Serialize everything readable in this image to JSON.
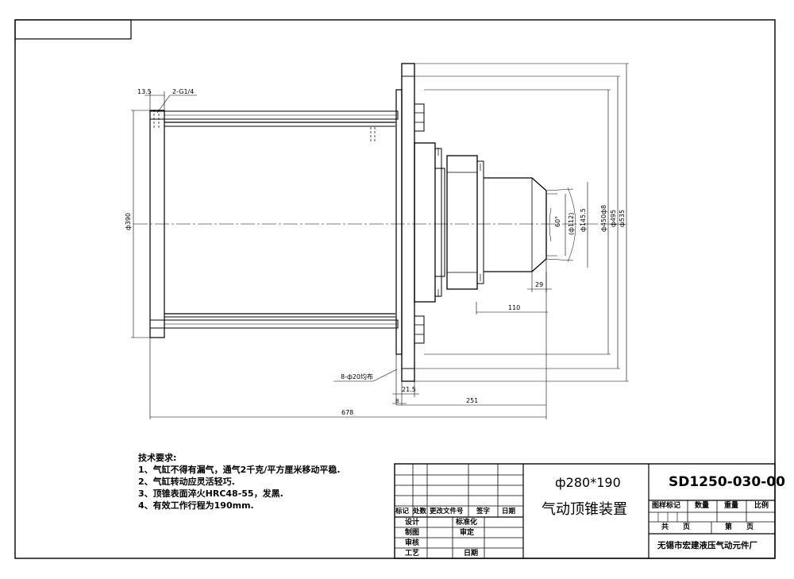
{
  "drawing": {
    "dimensions": {
      "d13_5": "13.5",
      "port": "2-G1/4",
      "bore": "ф390",
      "d508": "ф450ф8",
      "d495": "ф495",
      "d535": "ф535",
      "d145": "ф145.5",
      "d112": "(ф112)",
      "angle": "60°",
      "d29": "29",
      "d110": "110",
      "holes": "8-ф20均布",
      "d21_5": "21.5",
      "d8": "8",
      "d251": "251",
      "d678": "678"
    }
  },
  "notes": {
    "title": "技术要求:",
    "items": [
      "1、气缸不得有漏气，通气2千克/平方厘米移动平稳.",
      "2、气缸转动应灵活轻巧.",
      "3、顶锥表面淬火HRC48-55，发黑.",
      "4、有效工作行程为190mm."
    ]
  },
  "title_block": {
    "spec": "ф280*190",
    "name": "气动顶锥装置",
    "code": "SD1250-030-00",
    "labels": {
      "mark": "标记",
      "count": "处数",
      "doc": "更改文件号",
      "sign": "签字",
      "date": "日期",
      "design": "设计",
      "standard": "标准化",
      "draw": "制图",
      "review": "审定",
      "check": "审核",
      "craft": "工艺",
      "date2": "日期",
      "pattern": "图样标记",
      "qty": "数量",
      "weight": "重量",
      "scale": "比例",
      "total": "共　　页",
      "page": "第　　页"
    },
    "company": "无锡市宏建液压气动元件厂"
  }
}
